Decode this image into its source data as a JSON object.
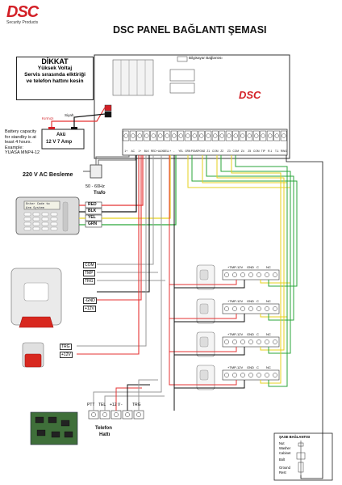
{
  "header": {
    "logo_text": "DSC",
    "logo_tagline": "Security Products",
    "title": "DSC PANEL BAĞLANTI ŞEMASI"
  },
  "warning": {
    "title": "DİKKAT",
    "line1": "Yüksek Voltaj",
    "line2": "Servis sırasında elktiriği",
    "line3": "ve telefon hattını kesin"
  },
  "battery": {
    "red_label": "Kırmızı",
    "black_label": "Siyah",
    "name": "Akü",
    "spec": "12 V 7 Amp",
    "note_lines": [
      "Battery capacity",
      "for standby is at",
      "least 4 hours.",
      "Example:",
      "YUASA MNP4-12"
    ]
  },
  "panel": {
    "logo": "DSC",
    "keypad_connection_label": "Bilgisayar Bağlantısı",
    "terminals": [
      "1+",
      "AC",
      "1+",
      "BLK",
      "RED",
      "+AUX-",
      "BELL+",
      "-",
      "YEL",
      "GRN",
      "PGM1",
      "PGM2",
      "Z1",
      "COM",
      "Z2",
      "Z3",
      "COM",
      "Z4",
      "Z5",
      "COM",
      "TIP",
      "R-1",
      "T-1",
      "RING"
    ]
  },
  "power": {
    "supply_label": "220 V AC  Besleme",
    "freq_label": "50 - 60Hz",
    "trafo_label": "Trafo"
  },
  "keypad": {
    "screen_line1": "Enter Code to",
    "screen_line2": "Arm System",
    "wires": [
      "RED",
      "BLK",
      "YEL",
      "GRN"
    ]
  },
  "siren": {
    "terminals": [
      "COM",
      "TMP",
      "TRG",
      "-GND",
      "+12V"
    ]
  },
  "strobe": {
    "terminals": [
      "TRG",
      "+12V"
    ]
  },
  "detectors": {
    "terminal_header": [
      "+TMP-",
      "12V",
      "GND",
      "C",
      "NC"
    ]
  },
  "phone": {
    "terminals": [
      "PTT",
      "TEL",
      "+12 V",
      "-",
      "TRG"
    ],
    "label_line1": "Telefon",
    "label_line2": "Hattı"
  },
  "switch_box": {
    "title": "ŞASE BAĞLANTISI",
    "items": [
      "Nut",
      "Washer",
      "Cabinet",
      "Bolt",
      "Ground",
      "Rest"
    ]
  },
  "colors": {
    "red_wire": "#e53333",
    "black_wire": "#111111",
    "yellow_wire": "#e6d21e",
    "green_wire": "#29a639",
    "gray_wire": "#999999",
    "logo_red": "#d31f26"
  }
}
